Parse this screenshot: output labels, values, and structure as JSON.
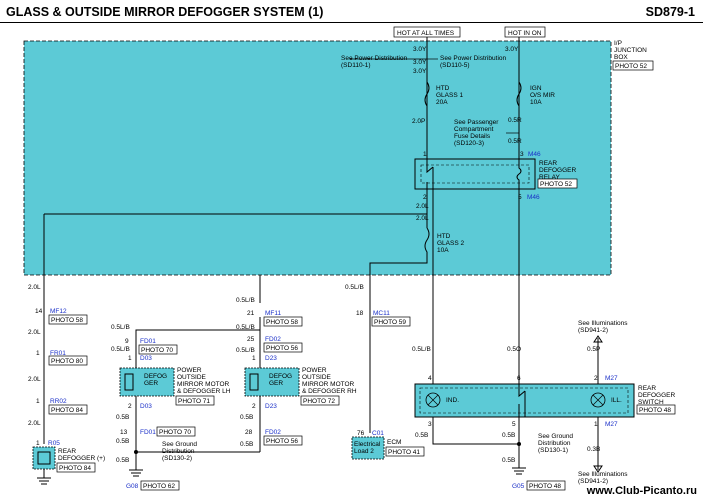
{
  "header": {
    "title": "GLASS & OUTSIDE MIRROR DEFOGGER SYSTEM (1)",
    "code": "SD879-1"
  },
  "watermark": "www.Club-Picanto.ru",
  "junction_box": {
    "title": [
      "I/P",
      "JUNCTION",
      "BOX"
    ],
    "photo": "PHOTO 52"
  },
  "hot_labels": {
    "left": "HOT AT ALL TIMES",
    "right": "HOT IN ON"
  },
  "wires": {
    "w30y_top": "3.0Y",
    "w30y_mid": "3.0Y",
    "w30y_low": "3.0Y",
    "w30y_r": "3.0Y",
    "w20p": "2.0P",
    "w05r_a": "0.5R",
    "w05r_b": "0.5R",
    "w20l_a": "2.0L",
    "w20l_b": "2.0L",
    "w20l_c": "2.0L",
    "w20l_d": "2.0L",
    "w20l_e": "2.0L",
    "w20l_f": "2.0L",
    "w05lb_a": "0.5L/B",
    "w05lb_b": "0.5L/B",
    "w05lb_c": "0.5L/B",
    "w05lb_d": "0.5L/B",
    "w05lb_e": "0.5L/B",
    "w05lb_f": "0.5L/B",
    "w05lb_g": "0.5L/B",
    "w05b_a": "0.5B",
    "w05b_b": "0.5B",
    "w05b_c": "0.5B",
    "w05b_d": "0.5B",
    "w05b_e": "0.5B",
    "w05b_f": "0.5B",
    "w05b_g": "0.5B",
    "w05b_h": "0.5B",
    "w05o": "0.5O",
    "w05p": "0.5P",
    "w03b": "0.3B"
  },
  "refs": {
    "pd1": [
      "See Power Distribution",
      "(SD110-1)"
    ],
    "pd2": [
      "See Power Distribution",
      "(SD110-5)"
    ],
    "pass": [
      "See Passenger",
      "Compartment",
      "Fuse Details",
      "(SD120-3)"
    ],
    "gd1": [
      "See Ground",
      "Distribution",
      "(SD130-2)"
    ],
    "gd2": [
      "See Ground",
      "Distribution",
      "(SD130-1)"
    ],
    "ill1": [
      "See Illuminations",
      "(SD941-2)"
    ],
    "ill2": [
      "See Illuminations",
      "(SD941-2)"
    ]
  },
  "fuses": {
    "htd1": [
      "HTD",
      "GLASS 1",
      "20A"
    ],
    "ign": [
      "IGN",
      "O/S MIR",
      "10A"
    ],
    "htd2": [
      "HTD",
      "GLASS 2",
      "10A"
    ]
  },
  "relay": {
    "name": [
      "REAR",
      "DEFOGGER",
      "RELAY"
    ],
    "photo": "PHOTO 52",
    "conn_top": "M46",
    "conn_bot": "M46",
    "pins": {
      "p1": "1",
      "p3": "3",
      "p2": "2",
      "p5": "5"
    }
  },
  "connectors": {
    "mf12": {
      "id": "MF12",
      "photo": "PHOTO 58",
      "pin": "14"
    },
    "fr01": {
      "id": "FR01",
      "photo": "PHOTO 80",
      "pin": "1"
    },
    "rr02": {
      "id": "RR02",
      "photo": "PHOTO 84",
      "pin": "1"
    },
    "r05": {
      "id": "R05",
      "pin": "1"
    },
    "mf11": {
      "id": "MF11",
      "photo": "PHOTO 58",
      "pin": "21"
    },
    "fd01a": {
      "id": "FD01",
      "photo": "PHOTO 70",
      "pin": "9"
    },
    "d03": {
      "id": "D03",
      "pin": "1"
    },
    "d03b": {
      "id": "D03",
      "pin": "2"
    },
    "fd01b": {
      "id": "FD01",
      "photo": "PHOTO 70",
      "pin": "13"
    },
    "fd02a": {
      "id": "FD02",
      "photo": "PHOTO 56",
      "pin": "25"
    },
    "d23": {
      "id": "D23",
      "pin": "1"
    },
    "d23b": {
      "id": "D23",
      "pin": "2"
    },
    "fd02b": {
      "id": "FD02",
      "photo": "PHOTO 56",
      "pin": "28"
    },
    "mc11": {
      "id": "MC11",
      "photo": "PHOTO 59",
      "pin": "18"
    },
    "c01": {
      "id": "C01",
      "pin": "76"
    },
    "m27a": {
      "id": "M27",
      "pin": "2"
    },
    "m27b": {
      "id": "M27",
      "pin": "1"
    }
  },
  "components": {
    "rear_def": {
      "name": [
        "REAR",
        "DEFOGGER (+)"
      ],
      "photo": "PHOTO 84"
    },
    "mirror_lh": {
      "inner": [
        "DEFOG",
        "GER"
      ],
      "name": [
        "POWER",
        "OUTSIDE",
        "MIRROR MOTOR",
        "& DEFOGGER LH"
      ],
      "photo": "PHOTO 71"
    },
    "mirror_rh": {
      "inner": [
        "DEFOG",
        "GER"
      ],
      "name": [
        "POWER",
        "OUTSIDE",
        "MIRROR MOTOR",
        "& DEFOGGER RH"
      ],
      "photo": "PHOTO 72"
    },
    "ecm": {
      "inner": [
        "Electrical",
        "Load 2"
      ],
      "name": "ECM",
      "photo": "PHOTO 41"
    },
    "switch": {
      "name": [
        "REAR",
        "DEFOGGER",
        "SWITCH"
      ],
      "photo": "PHOTO 48",
      "ind": "IND.",
      "ill": "ILL.",
      "pins": {
        "p4": "4",
        "p6": "6",
        "p2": "2",
        "p3": "3",
        "p5": "5",
        "p1": "1"
      }
    }
  },
  "grounds": {
    "g08": {
      "id": "G08",
      "photo": "PHOTO 62"
    },
    "g05": {
      "id": "G05",
      "photo": "PHOTO 48"
    }
  },
  "colors": {
    "junction_fill": "#5ccad6",
    "ref_blue": "#1a2fc8",
    "switch_fill": "#5ccad6"
  }
}
